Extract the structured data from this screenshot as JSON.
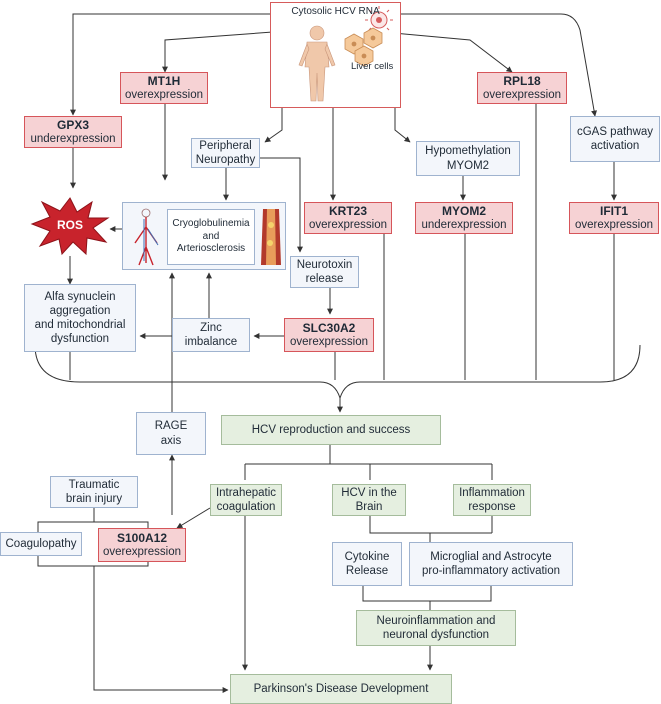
{
  "center": {
    "title": "Cytosolic HCV RNA",
    "caption": "Liver cells"
  },
  "genes": {
    "mt1h": {
      "name": "MT1H",
      "status": "overexpression"
    },
    "rpl18": {
      "name": "RPL18",
      "status": "overexpression"
    },
    "gpx3": {
      "name": "GPX3",
      "status": "underexpression"
    },
    "krt23": {
      "name": "KRT23",
      "status": "overexpression"
    },
    "myom2": {
      "name": "MYOM2",
      "status": "underexpression"
    },
    "ifit1": {
      "name": "IFIT1",
      "status": "overexpression"
    },
    "slc30a2": {
      "name": "SLC30A2",
      "status": "overexpression"
    },
    "s100a12": {
      "name": "S100A12",
      "status": "overexpression"
    }
  },
  "nodes": {
    "peripheral_neuropathy": [
      "Peripheral",
      "Neuropathy"
    ],
    "hypomethylation": [
      "Hypomethylation",
      "MYOM2"
    ],
    "cgas": [
      "cGAS pathway",
      "activation"
    ],
    "ros": "ROS",
    "cryoglobulinemia": [
      "Cryoglobulinemia",
      "and",
      "Arteriosclerosis"
    ],
    "neurotoxin": [
      "Neurotoxin",
      "release"
    ],
    "alfa_synuclein": [
      "Alfa synuclein",
      "aggregation",
      "and mitochondrial",
      "dysfunction"
    ],
    "zinc": [
      "Zinc",
      "imbalance"
    ],
    "rage": [
      "RAGE",
      "axis"
    ],
    "hcv_reproduction": "HCV reproduction and success",
    "traumatic": [
      "Traumatic",
      "brain injury"
    ],
    "coagulopathy": "Coagulopathy",
    "intrahepatic": [
      "Intrahepatic",
      "coagulation"
    ],
    "hcv_brain": [
      "HCV in the",
      "Brain"
    ],
    "inflammation": [
      "Inflammation",
      "response"
    ],
    "cytokine": [
      "Cytokine",
      "Release"
    ],
    "microglial": [
      "Microglial and Astrocyte",
      "pro-inflammatory activation"
    ],
    "neuroinflammation": [
      "Neuroinflammation and",
      "neuronal dysfunction"
    ],
    "parkinsons": "Parkinson's Disease Development"
  },
  "colors": {
    "gene_fill": "#f6d2d4",
    "gene_border": "#d6555a",
    "process_fill": "#f3f6fb",
    "outcome_fill": "#e5efe0",
    "ros_fill": "#c8232c"
  },
  "icons": [
    "human-body-icon",
    "virus-icon",
    "liver-cells-icon",
    "blood-vessel-icon",
    "artery-plaque-icon",
    "ros-burst-icon"
  ]
}
